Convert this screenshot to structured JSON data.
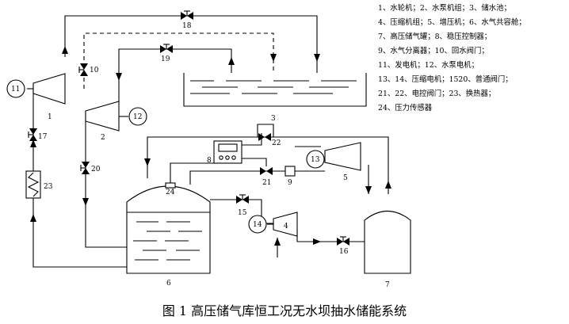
{
  "caption": "图 1  高压储气库恒工况无水坝抽水储能系统",
  "legend": [
    "1、水轮机；2、水泵机组；3、储水池；",
    "4、压缩机组；5、增压机；6、水气共容舱；",
    "7、高压储气罐；8、稳压控制器；",
    "9、水气分离器；10、回水阀门；",
    "11、发电机；12、水泵电机；",
    "13、14、压缩电机；1520、普通阀门；",
    "21、22、电控阀门；23、换热器；",
    "24、压力传感器"
  ],
  "labels": {
    "n1": "1",
    "n2": "2",
    "n3": "3",
    "n4": "4",
    "n5": "5",
    "n6": "6",
    "n7": "7",
    "n8": "8",
    "n9": "9",
    "n10": "10",
    "n11": "11",
    "n12": "12",
    "n13": "13",
    "n14": "14",
    "n15": "15",
    "n16": "16",
    "n17": "17",
    "n18": "18",
    "n19": "19",
    "n20": "20",
    "n21": "21",
    "n22": "22",
    "n23": "23",
    "n24": "24"
  }
}
